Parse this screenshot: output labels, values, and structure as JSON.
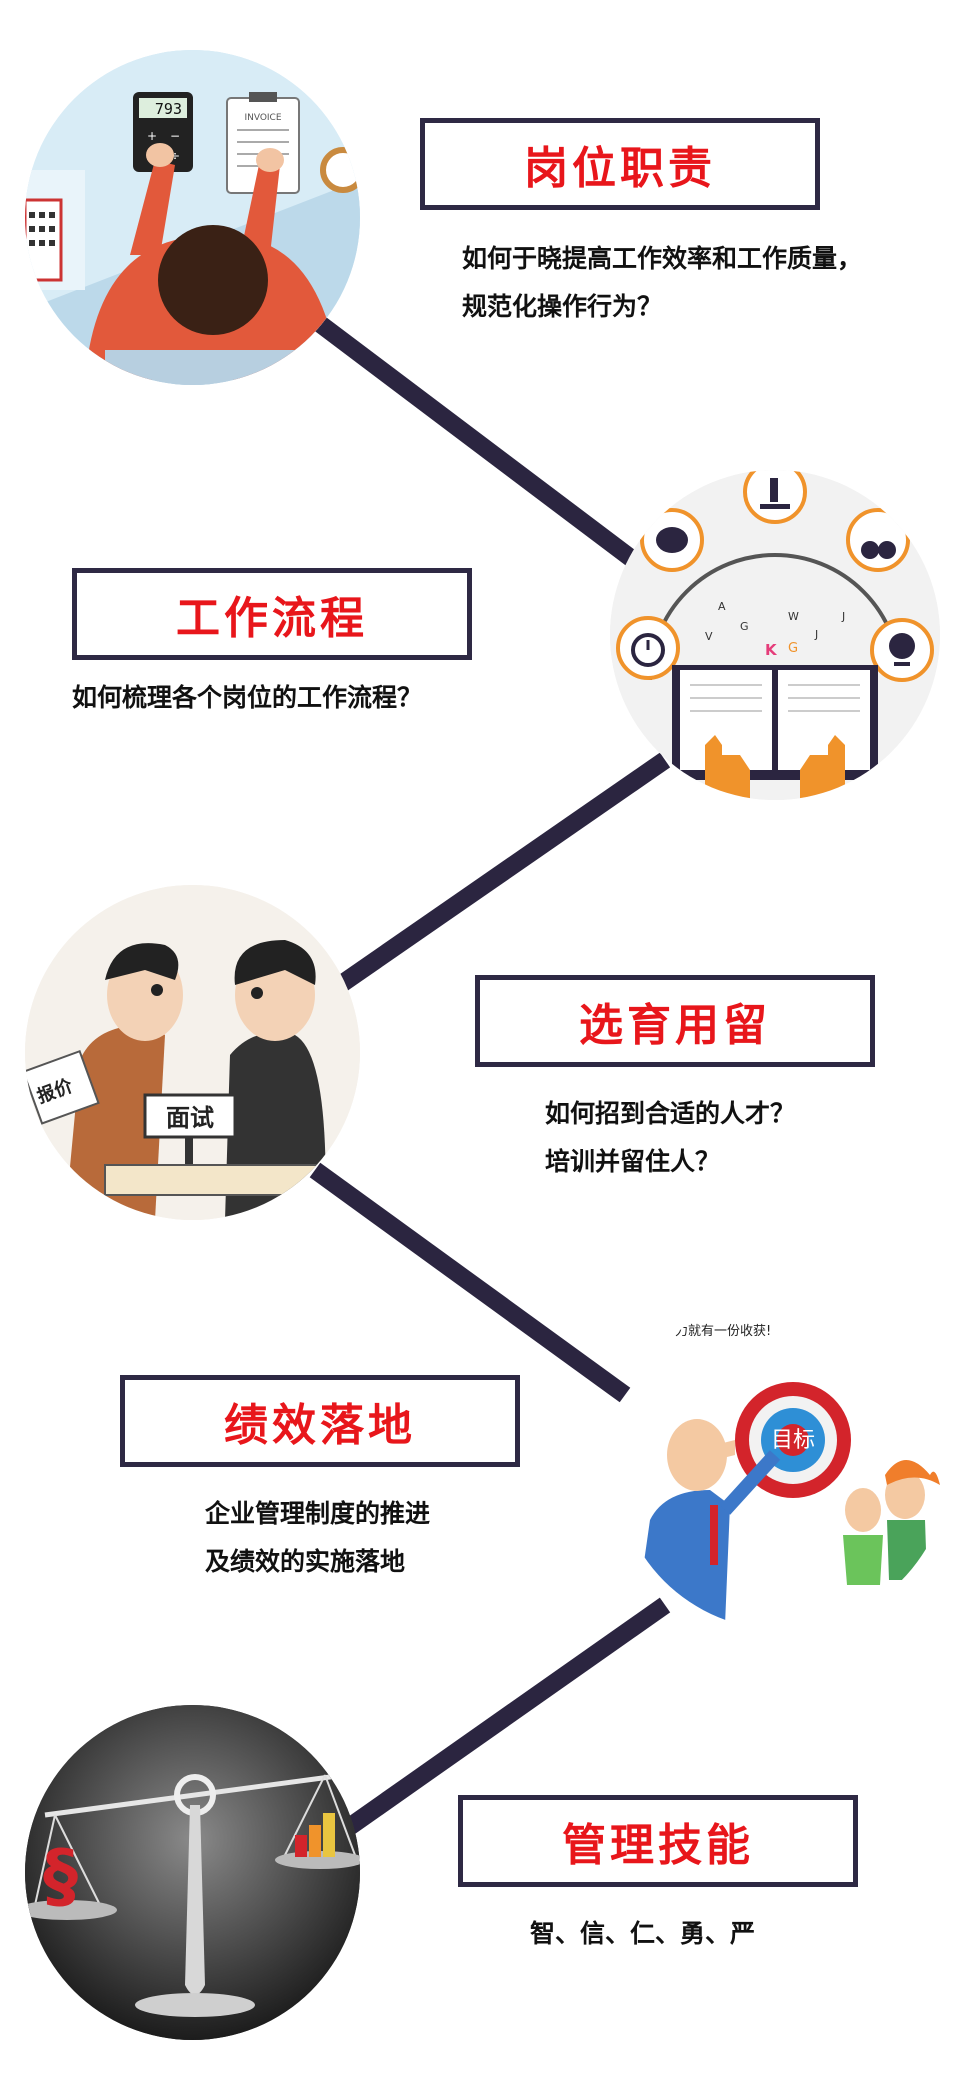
{
  "sections": [
    {
      "title": "岗位职责",
      "lines": [
        "如何于晓提高工作效率和工作质量，",
        "规范化操作行为？"
      ]
    },
    {
      "title": "工作流程",
      "lines": [
        "如何梳理各个岗位的工作流程？"
      ]
    },
    {
      "title": "选育用留",
      "lines": [
        "如何招到合适的人才？",
        "培训并留住人？"
      ]
    },
    {
      "title": "绩效落地",
      "lines": [
        "企业管理制度的推进",
        "及绩效的实施落地"
      ]
    },
    {
      "title": "管理技能",
      "lines": [
        "智、信、仁、勇、严"
      ]
    }
  ],
  "illustrations": {
    "calculator_display": "793",
    "invoice_label": "INVOICE",
    "interview_sign": "面试",
    "price_sign": "报价",
    "target_label": "目标",
    "speech_text": "力就有一份收获!"
  },
  "colors": {
    "title_text": "#e8161b",
    "box_border": "#2e2944",
    "connector": "#2b2540",
    "accent_orange": "#f0932b"
  }
}
